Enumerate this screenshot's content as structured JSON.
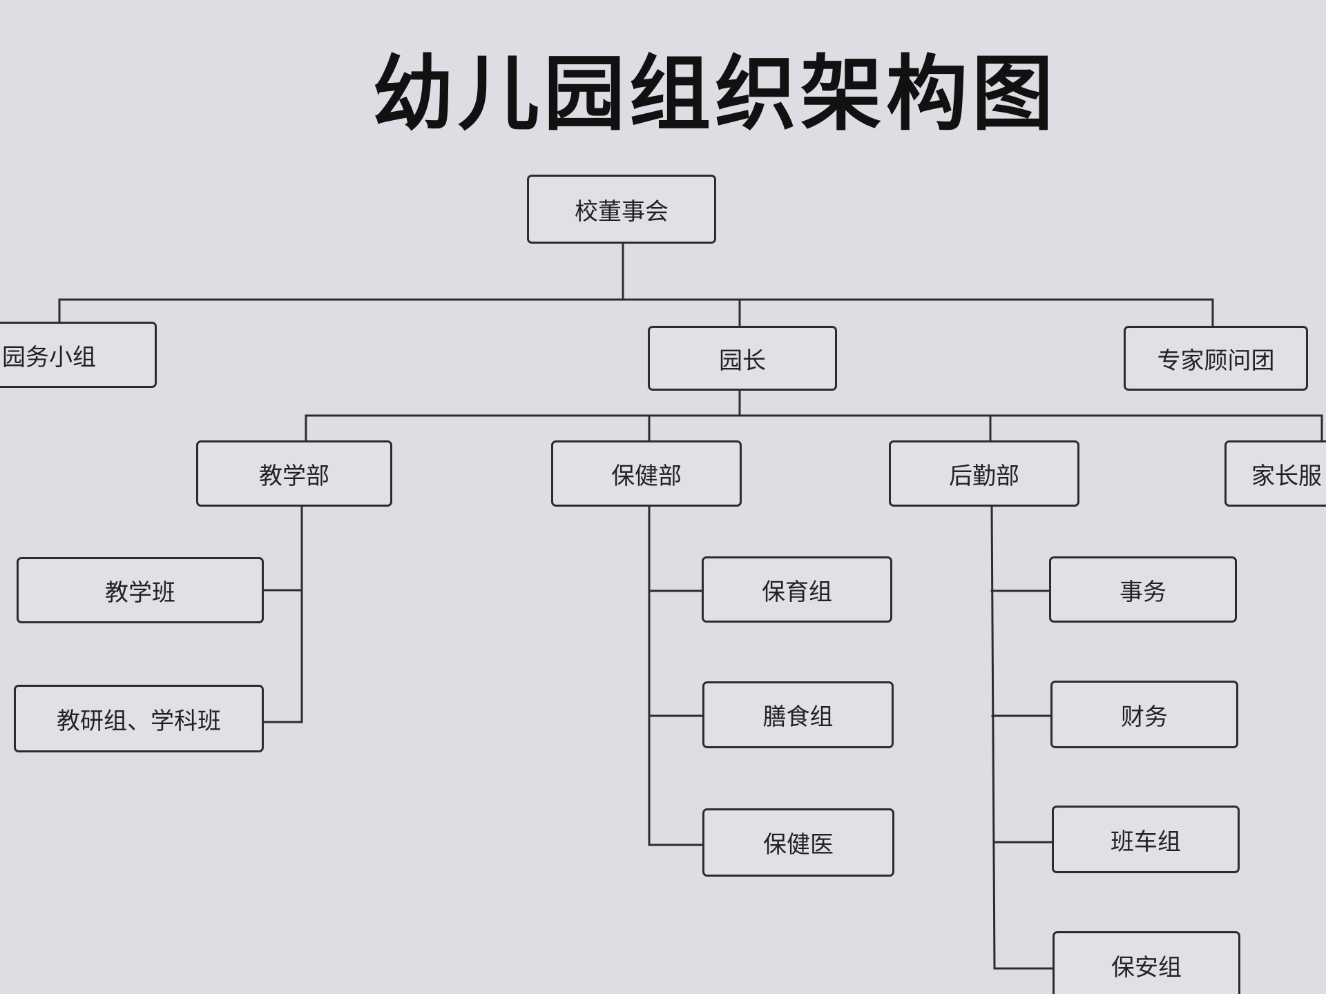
{
  "title": "幼儿园组织架构图",
  "board": "校董事会",
  "board_children": {
    "left": "园务小组",
    "center": "园长",
    "right": "专家顾问团"
  },
  "departments": {
    "teaching": {
      "label": "教学部",
      "children": [
        "教学班",
        "教研组、学科班"
      ]
    },
    "health": {
      "label": "保健部",
      "children": [
        "保育组",
        "膳食组",
        "保健医"
      ]
    },
    "logistics": {
      "label": "后勤部",
      "children": [
        "事务",
        "财务",
        "班车组",
        "保安组"
      ]
    },
    "parents": {
      "label": "家长服"
    }
  },
  "colors": {
    "background": "#dcdee3",
    "line": "#2c2c2c",
    "node_fill": "#dfe1e6"
  }
}
